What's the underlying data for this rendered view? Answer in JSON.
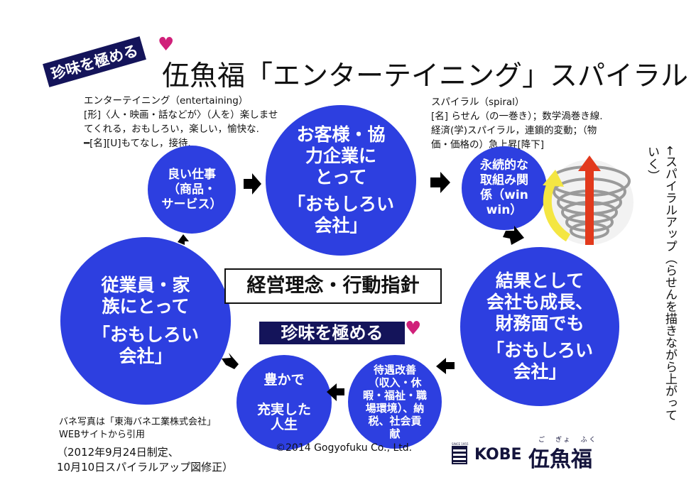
{
  "badge_text": "珍味を極める",
  "title": "伍魚福「エンターテイニング」スパイラル",
  "def_entertaining": "エンターテイニング（entertaining）\n[形]〈人・映画・話などが〉（人を）楽しませ\nてくれる，おもしろい，楽しい，愉快な.\n━[名][U]もてなし，接待.",
  "def_spiral": "スパイラル（spiral）\n[名] らせん（の一巻き）；数学渦巻き線.\n経済(学)スパイラル，連鎖的変動；（物\n価・価格の）急上昇[降下]",
  "circles": {
    "customers": {
      "line1": "お客様・協\n力企業に\nとって",
      "line2": "「おもしろい\n会社」"
    },
    "good_work": {
      "text": "良い仕事\n（商品・\nサービス）"
    },
    "winwin": {
      "text": "永続的な\n取組み関\n係（win\nwin）"
    },
    "result": {
      "line1": "結果として\n会社も成長、\n財務面でも",
      "line2": "「おもしろい\n会社」"
    },
    "treatment": {
      "text": "待遇改善\n（収入・休\n暇・福祉・職\n場環境）、納\n税、社会貢\n献"
    },
    "life": {
      "text": "豊かで\n\n充実した\n人生"
    },
    "employees": {
      "line1": "従業員・家\n族にとって",
      "line2": "「おもしろい\n会社」"
    }
  },
  "center_box": "経営理念・行動指針",
  "center_badge": "珍味を極める",
  "vertical_caption": "←スパイラルアップ（らせんを描きながら上がっていく）",
  "photo_credit": "バネ写真は「東海バネ工業株式会社」\nWEBサイトから引用",
  "date_note": "（2012年9月24日制定、\n10月10日スパイラルアップ図修正）",
  "copyright": "©2014 Gogyofuku Co., Ltd.",
  "logo": {
    "since": "SINCE 1955",
    "city": "KOBE",
    "name": "伍魚福",
    "ruby": "ご　ぎょ　ふく"
  },
  "colors": {
    "circle": "#2d3fe0",
    "badge": "#14145a",
    "heart": "#d0207a",
    "arrow_red": "#e2391c",
    "arrow_yellow": "#f4e642"
  }
}
